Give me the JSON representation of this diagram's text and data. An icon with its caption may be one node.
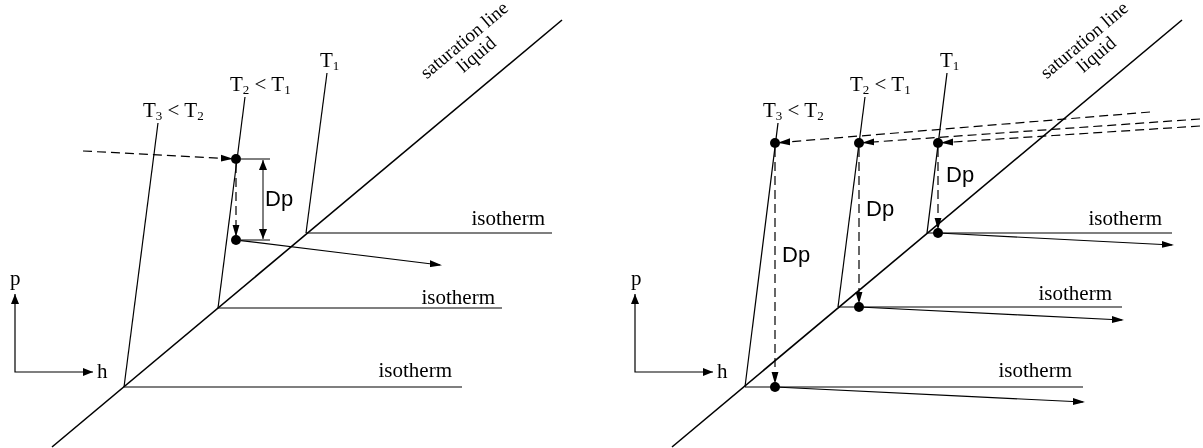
{
  "diagram": {
    "nodes": [
      {
        "text": [],
        "shape": "circle"
      },
      {
        "text": [],
        "shape": "circle"
      },
      {
        "text": [],
        "shape": "circle"
      },
      {
        "text": [],
        "shape": "circle"
      },
      {
        "text": [],
        "shape": "circle"
      },
      {
        "text": [],
        "shape": "circle"
      },
      {
        "text": [],
        "shape": "circle"
      },
      {
        "text": [],
        "shape": "circle"
      }
    ],
    "edges": [
      {
        "from": null,
        "to": 0,
        "arrow": "to",
        "style": "dashed"
      },
      {
        "from": 0,
        "to": 1,
        "arrow": "to",
        "style": "dashed"
      },
      {
        "from": 1,
        "to": null,
        "arrow": "to"
      },
      {
        "from": null,
        "to": 4,
        "arrow": "to",
        "style": "dashed"
      },
      {
        "from": null,
        "to": 3,
        "arrow": "to",
        "style": "dashed"
      },
      {
        "from": null,
        "to": 2,
        "arrow": "to",
        "style": "dashed"
      },
      {
        "from": 4,
        "to": 5,
        "arrow": "to",
        "style": "dashed"
      },
      {
        "from": 3,
        "to": 6,
        "arrow": "to",
        "style": "dashed"
      },
      {
        "from": 2,
        "to": 7,
        "arrow": "to",
        "style": "dashed"
      },
      {
        "from": 5,
        "to": null,
        "arrow": "to"
      },
      {
        "from": 6,
        "to": null,
        "arrow": "to"
      },
      {
        "from": 7,
        "to": null,
        "arrow": "to"
      }
    ],
    "labels": [
      "saturation line liquid",
      "T$_{1}$",
      "T$_{2}$ < T$_{1}$",
      "T$_{3}$ < T$_{2}$",
      "Dp",
      "isotherm",
      "isotherm",
      "isotherm",
      "p",
      "h",
      "saturation line liquid",
      "T$_{1}$",
      "T$_{2}$ < T$_{1}$",
      "T$_{3}$ < T$_{2}$",
      "Dp",
      "Dp",
      "Dp",
      "isotherm",
      "isotherm",
      "isotherm",
      "p",
      "h"
    ]
  }
}
